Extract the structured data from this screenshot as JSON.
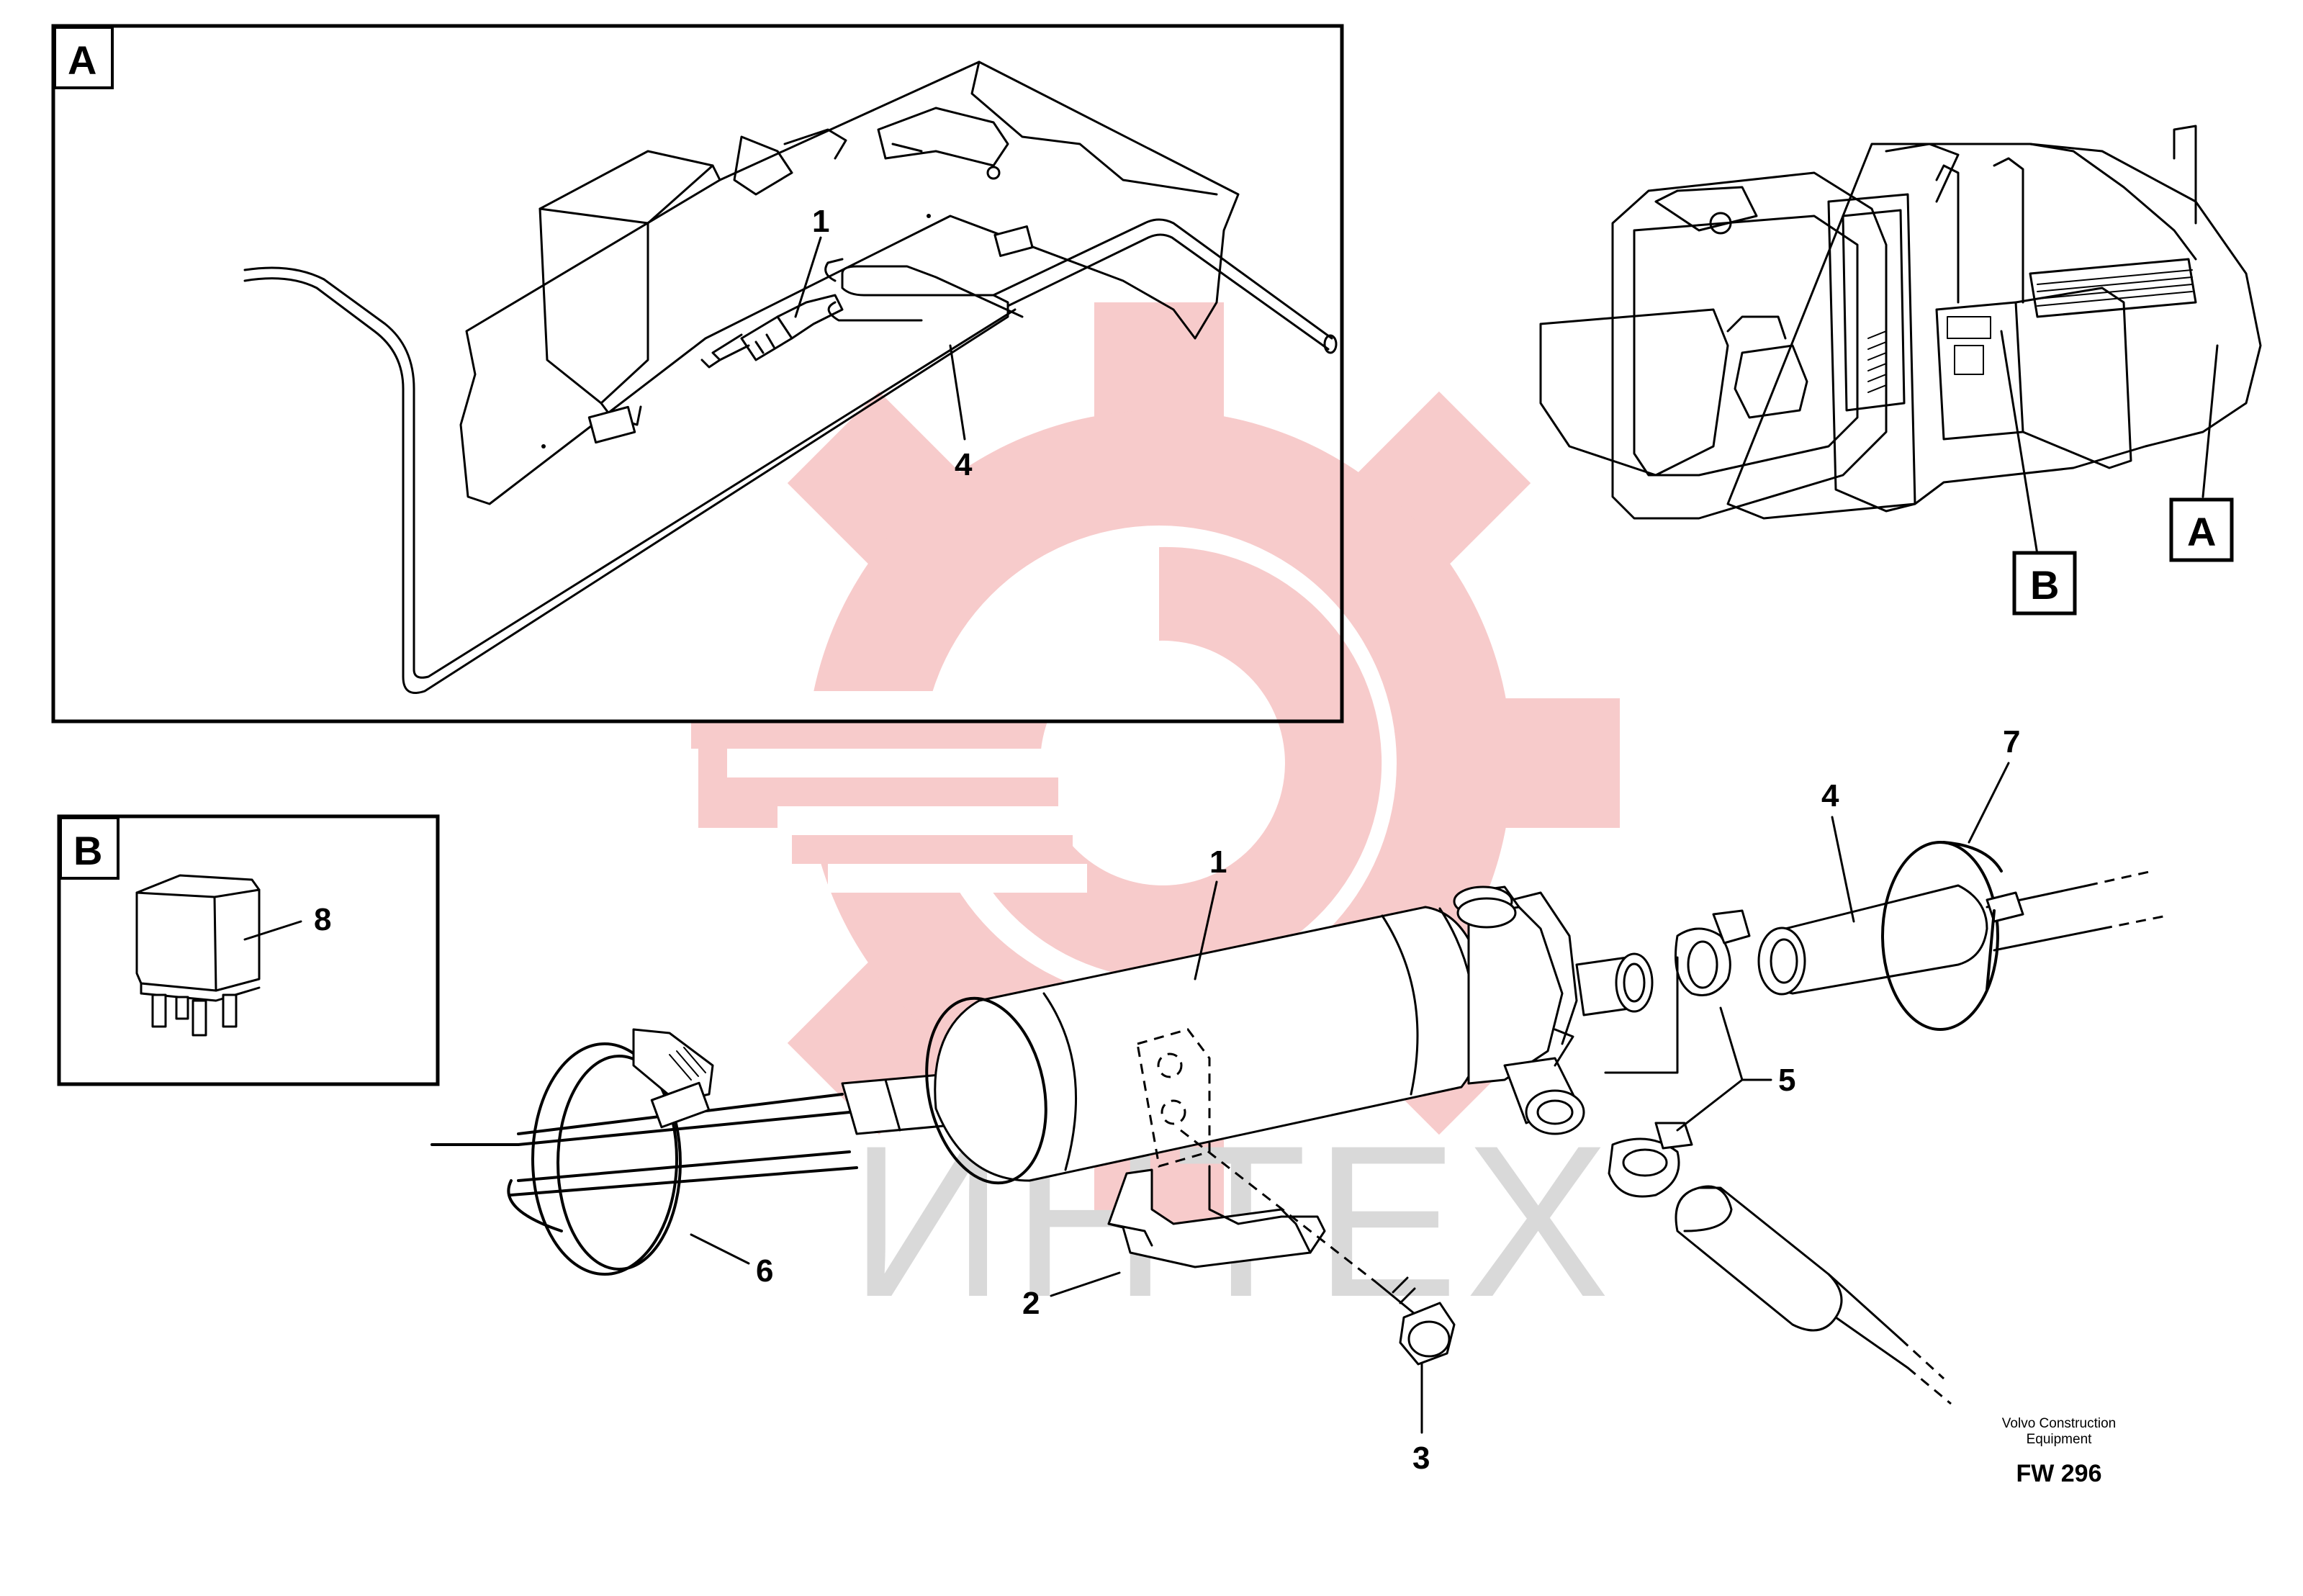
{
  "watermark": {
    "text": "ИНТЕХ",
    "gear_color": "#f7c9c9",
    "text_color": "#d9d9d9"
  },
  "view_boxes": {
    "a": {
      "label": "A"
    },
    "b": {
      "label": "B"
    }
  },
  "overview": {
    "pointer_a": "A",
    "pointer_b": "B"
  },
  "view_a_callouts": {
    "heater": "1",
    "pipe": "4"
  },
  "main_callouts": {
    "heater": "1",
    "bracket": "2",
    "screw": "3",
    "hose": "4",
    "hose_clamps": "5",
    "clamp": "6",
    "cable_tie": "7",
    "relay": "8"
  },
  "caption": {
    "line1": "Volvo Construction",
    "line2": "Equipment",
    "code": "FW 296"
  }
}
